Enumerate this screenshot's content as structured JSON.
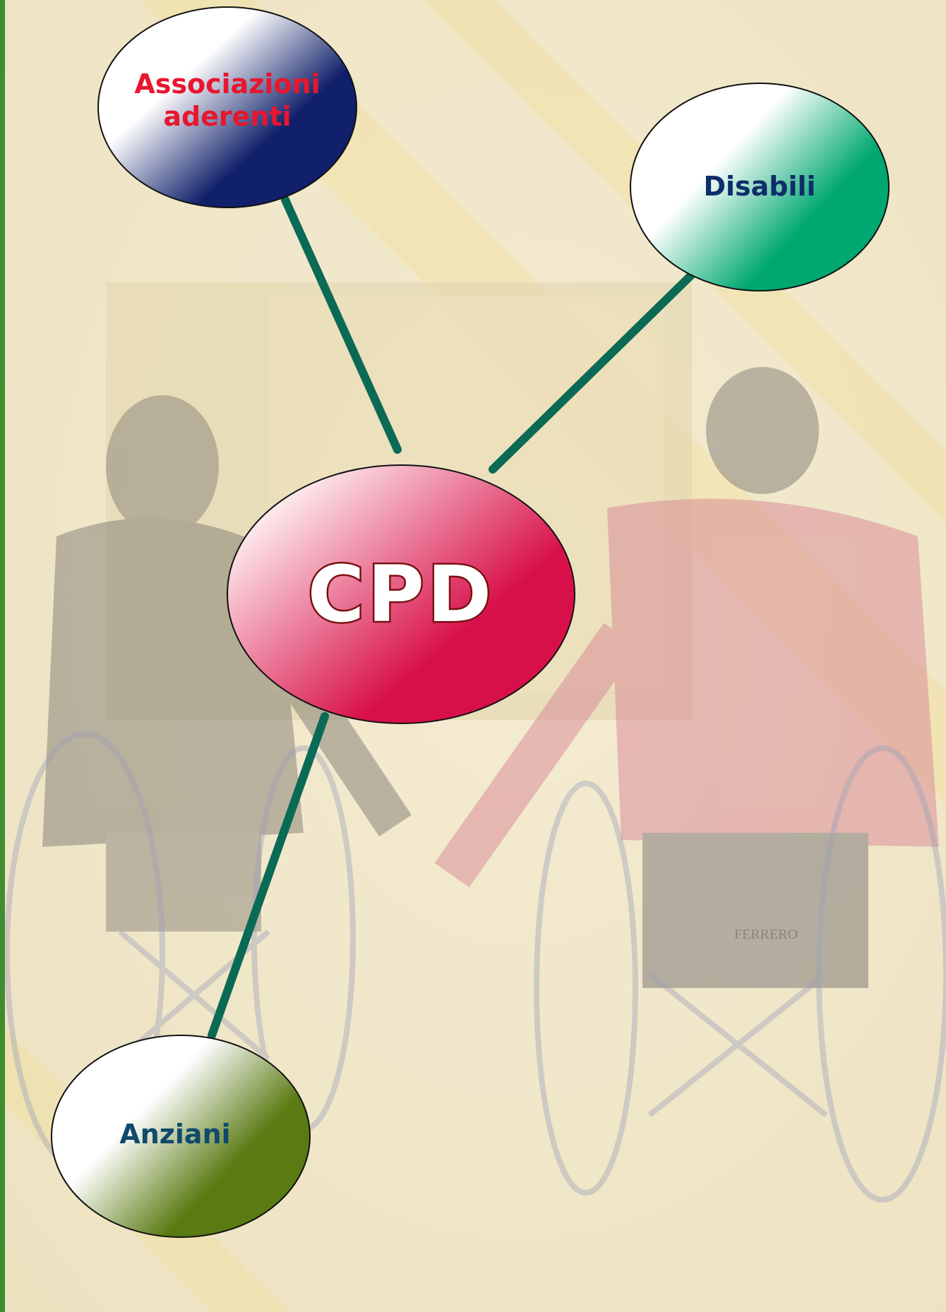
{
  "diagram": {
    "center": {
      "label": "CPD"
    },
    "nodes": [
      {
        "id": "associazioni",
        "label": "Associazioni\naderenti",
        "text_color": "#e8162f",
        "fill_color": "#0d1f6b"
      },
      {
        "id": "disabili",
        "label": "Disabili",
        "text_color": "#0f2d6b",
        "fill_color": "#00a870"
      },
      {
        "id": "anziani",
        "label": "Anziani",
        "text_color": "#0f4a6e",
        "fill_color": "#5a7a12"
      }
    ],
    "center_fill_color": "#d4103e",
    "connector_color": "#0b6a55",
    "background_photo": "two people in wheelchairs holding hands",
    "photo_caption": "FERRERO"
  }
}
